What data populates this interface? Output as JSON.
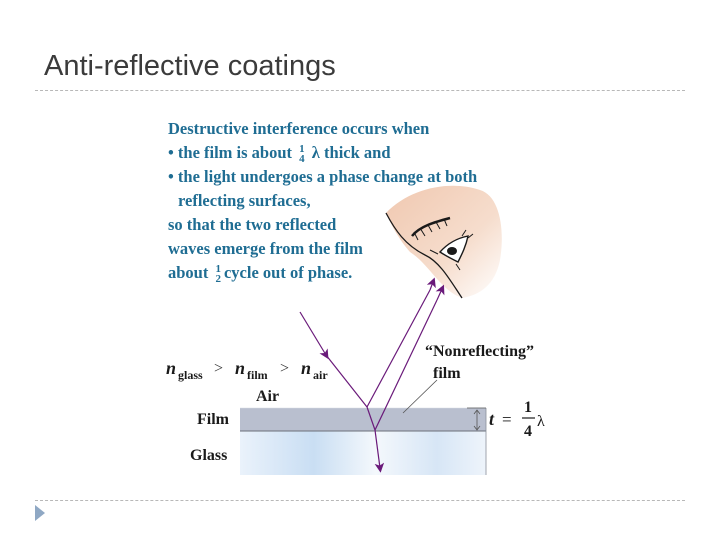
{
  "slide": {
    "title": "Anti-reflective coatings"
  },
  "figure": {
    "caption": {
      "line1": "Destructive interference occurs when",
      "line2_pre": "• the film is about ",
      "line2_frac_num": "1",
      "line2_frac_den": "4",
      "line2_post": " λ thick and",
      "line3": "• the light undergoes a phase change at both",
      "line4": "reflecting surfaces,",
      "line5": "so that the two reflected",
      "line6": "waves emerge from the film",
      "line7_pre": "about ",
      "line7_frac_num": "1",
      "line7_frac_den": "2",
      "line7_post": "cycle out of phase."
    },
    "labels": {
      "n_relation_n": "n",
      "n_glass_sub": "glass",
      "n_film_sub": "film",
      "n_air_sub": "air",
      "gt": ">",
      "air": "Air",
      "film": "Film",
      "glass": "Glass",
      "nonreflecting_line1": "“Nonreflecting”",
      "nonreflecting_line2": "film",
      "thickness_t": "t",
      "thickness_eq": "=",
      "thickness_num": "1",
      "thickness_den": "4",
      "thickness_lambda": "λ"
    },
    "colors": {
      "caption_text": "#1f6d93",
      "ray": "#6a1a7a",
      "film_layer": "#b9bfcf",
      "glass_layer": "#d6e6f5",
      "skin": "#f3d3be",
      "title_text": "#3b3b3b"
    }
  }
}
